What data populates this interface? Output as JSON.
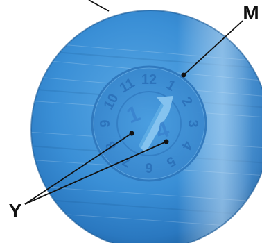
{
  "labels": {
    "m": "M",
    "y": "Y"
  },
  "dial": {
    "numbers": [
      "1",
      "2",
      "3",
      "4",
      "5",
      "6",
      "7",
      "8",
      "9",
      "10",
      "11",
      "12"
    ],
    "center_left": "1",
    "center_right": "4"
  },
  "colors": {
    "disc_light": "#6fb6ea",
    "disc_mid": "#3c93d8",
    "disc_dark": "#1c5f9e",
    "line": "#111111"
  },
  "icons": {
    "arrow": "up-right-arrow-icon"
  }
}
